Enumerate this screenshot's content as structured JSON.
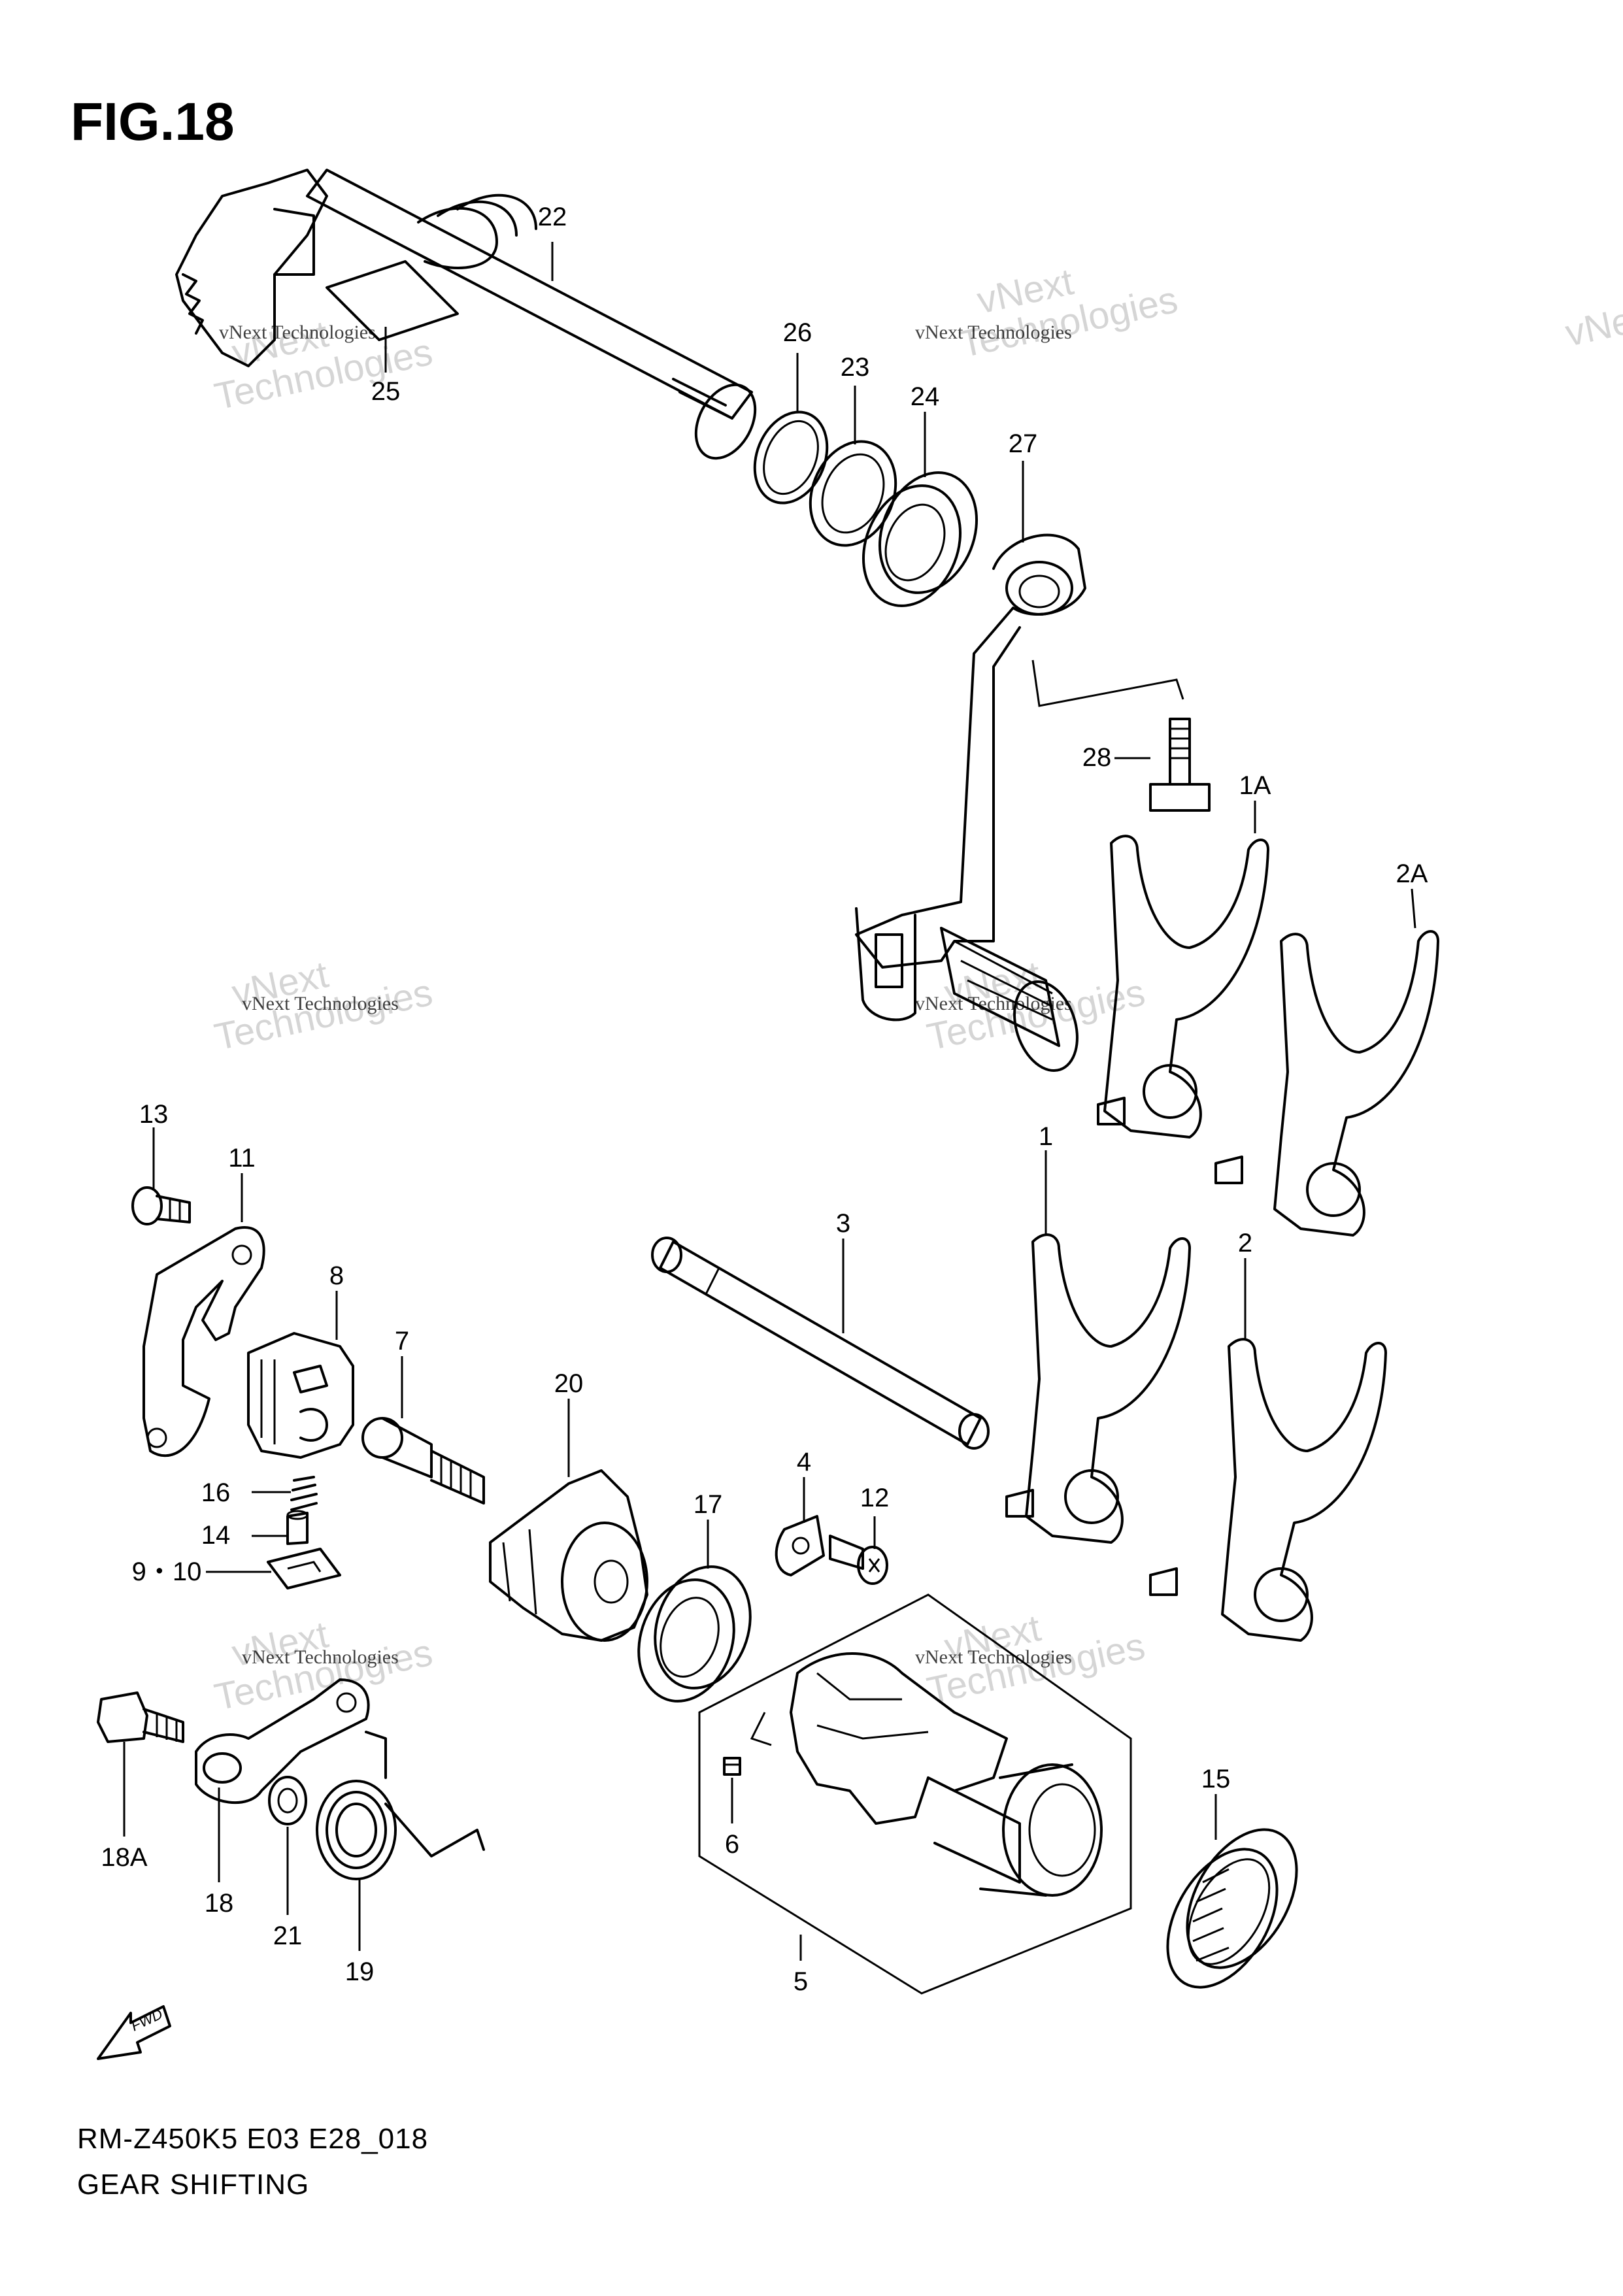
{
  "figure": {
    "title": "FIG.18",
    "model_code": "RM-Z450K5 E03 E28_018",
    "caption": "GEAR SHIFTING",
    "fwd_label": "FWD"
  },
  "watermark": {
    "line1": "vNext",
    "line2": "Technologies",
    "small": "vNext Technologies"
  },
  "callouts": [
    "22",
    "25",
    "26",
    "23",
    "24",
    "27",
    "28",
    "1A",
    "2A",
    "13",
    "11",
    "8",
    "7",
    "20",
    "3",
    "1",
    "2",
    "16",
    "14",
    "9・10",
    "4",
    "12",
    "17",
    "18A",
    "18",
    "21",
    "19",
    "6",
    "5",
    "15"
  ]
}
